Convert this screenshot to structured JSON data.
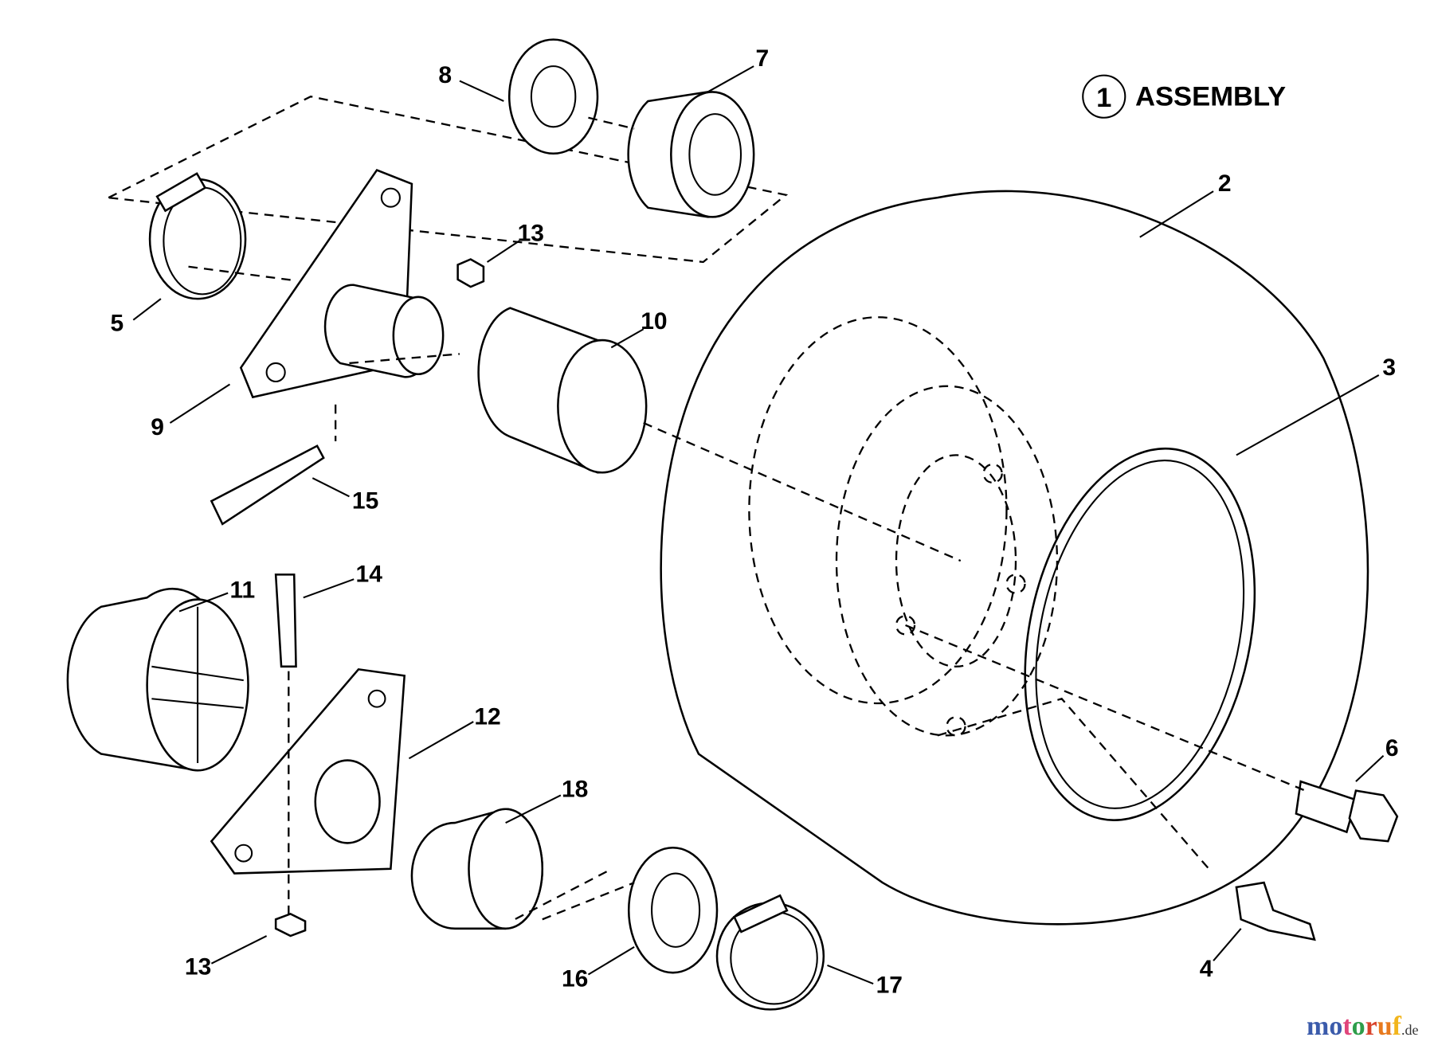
{
  "title": {
    "number": "1",
    "text": "ASSEMBLY"
  },
  "callouts": [
    {
      "id": "8",
      "text": "8"
    },
    {
      "id": "7",
      "text": "7"
    },
    {
      "id": "2",
      "text": "2"
    },
    {
      "id": "13a",
      "text": "13"
    },
    {
      "id": "10",
      "text": "10"
    },
    {
      "id": "5",
      "text": "5"
    },
    {
      "id": "3",
      "text": "3"
    },
    {
      "id": "9",
      "text": "9"
    },
    {
      "id": "15",
      "text": "15"
    },
    {
      "id": "14",
      "text": "14"
    },
    {
      "id": "11",
      "text": "11"
    },
    {
      "id": "12",
      "text": "12"
    },
    {
      "id": "18",
      "text": "18"
    },
    {
      "id": "6",
      "text": "6"
    },
    {
      "id": "13b",
      "text": "13"
    },
    {
      "id": "16",
      "text": "16"
    },
    {
      "id": "17",
      "text": "17"
    },
    {
      "id": "4",
      "text": "4"
    }
  ],
  "watermark": {
    "name": "motoruf",
    "suffix": ".de",
    "colors": [
      "#3b5bab",
      "#3b5bab",
      "#e0457b",
      "#2e9d4a",
      "#d9432b",
      "#e87a1e",
      "#f2b51c"
    ]
  }
}
